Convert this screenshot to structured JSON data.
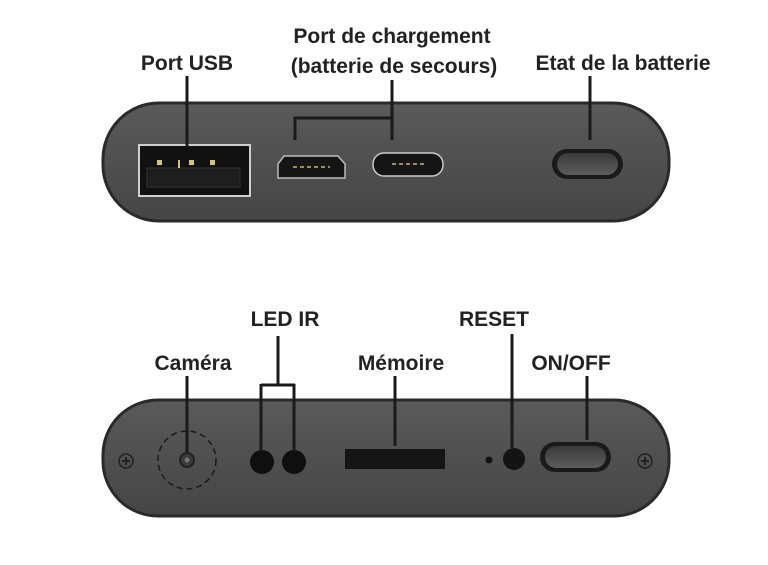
{
  "top_panel": {
    "labels": {
      "usb_port": "Port USB",
      "charging_port_line1": "Port de chargement",
      "charging_port_line2": "(batterie de secours)",
      "battery_status": "Etat de la batterie"
    }
  },
  "bottom_panel": {
    "labels": {
      "camera": "Caméra",
      "led_ir": "LED IR",
      "memory": "Mémoire",
      "reset": "RESET",
      "on_off": "ON/OFF"
    }
  },
  "colors": {
    "body": "#4f4f4f",
    "edge": "#2a2a2a",
    "label": "#222222"
  }
}
